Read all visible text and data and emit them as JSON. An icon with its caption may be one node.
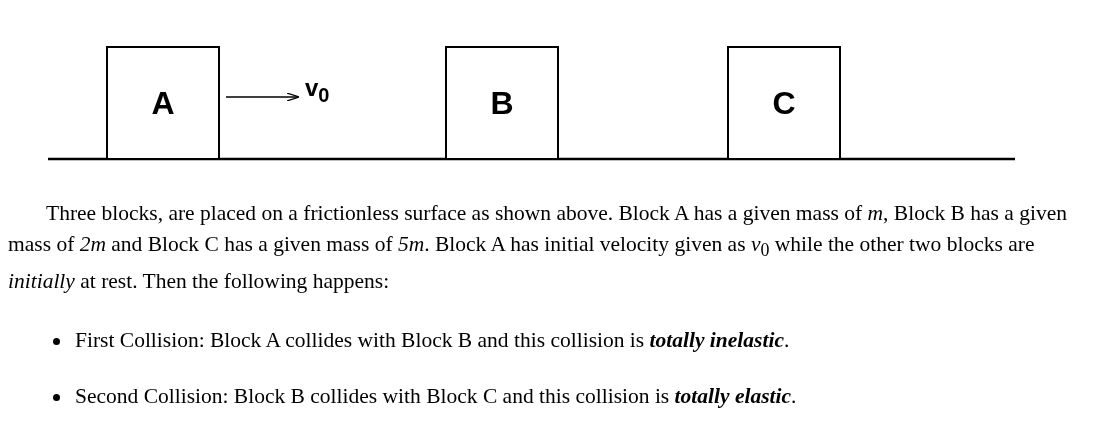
{
  "diagram": {
    "nodes": [
      {
        "text": [
          "A"
        ]
      },
      {
        "text": [
          "B"
        ]
      },
      {
        "text": [
          "C"
        ]
      }
    ],
    "labels": [
      "v$_{0}$",
      "Three blocks, are placed on a frictionless surface as shown above. Block A has a given mass of *m*, Block B has a given mass of *2m* and Block C has a given mass of *5m*. Block A has initial velocity given as *v*$_{0}$ while the other two blocks are *initially* at rest. Then the following happens:",
      "First Collision: Block A collides with Block B and this collision is **totally inelastic**.",
      "Second Collision: Block B collides with Block C and this collision is **totally elastic**."
    ]
  }
}
